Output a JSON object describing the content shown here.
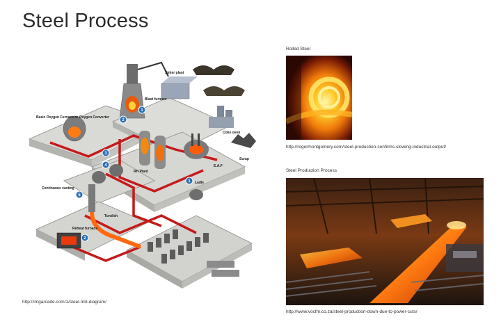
{
  "page": {
    "title": "Steel Process"
  },
  "diagram": {
    "source_url": "http://imgarcade.com/1/steel-mill-diagram/",
    "labels": {
      "sinter_plant": "Sinter plant",
      "blast_furnace": "Blast furnace",
      "coke_oven": "Coke oven",
      "bof": "Basic Oxygen Furnace or Oxygen Converter",
      "scrap": "Scrap",
      "rh_plant": "RH Plant",
      "eaf": "E.A.F",
      "ladle": "Ladle",
      "continuous_casting": "Continuous casting",
      "tundish": "Tundish",
      "reheat_furnace": "Reheat furnace"
    },
    "step_numbers": [
      "1",
      "2",
      "3",
      "4",
      "5",
      "1",
      "2"
    ]
  },
  "rolled_steel": {
    "heading": "Rolled Steel",
    "source_url": "http://rogermontgomery.com/steel-production-confirms-slowing-industrial-output/"
  },
  "steel_production": {
    "heading": "Steel Production Process",
    "source_url": "http://www.vocfm.co.za/steel-production-down-due-to-power-cuts/"
  }
}
